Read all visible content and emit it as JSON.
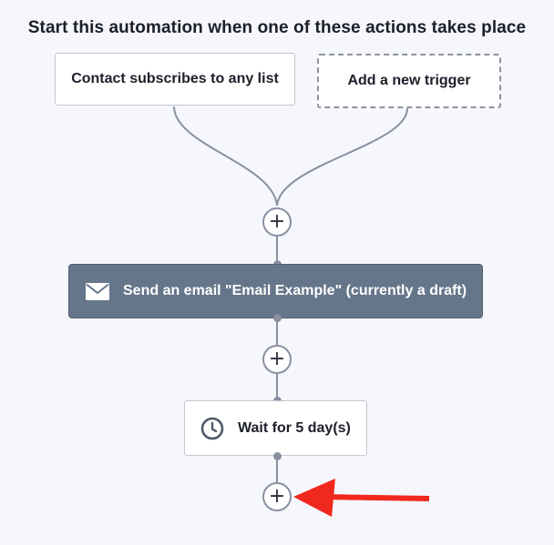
{
  "header": {
    "title": "Start this automation when one of these actions takes place"
  },
  "triggers": [
    {
      "label": "Contact subscribes to any list"
    },
    {
      "label": "Add a new trigger"
    }
  ],
  "steps": {
    "email": {
      "label": "Send an email \"Email Example\" (currently a draft)",
      "icon": "envelope-icon"
    },
    "wait": {
      "label": "Wait for 5 day(s)",
      "icon": "clock-icon"
    }
  },
  "add_button": {
    "symbol": "+"
  },
  "annotation": {
    "arrow_color": "#f0281e",
    "arrow_target": "add-step-button-3"
  },
  "colors": {
    "background": "#f6f7fc",
    "connector": "#8a90a2",
    "email_step": "#66768a"
  }
}
